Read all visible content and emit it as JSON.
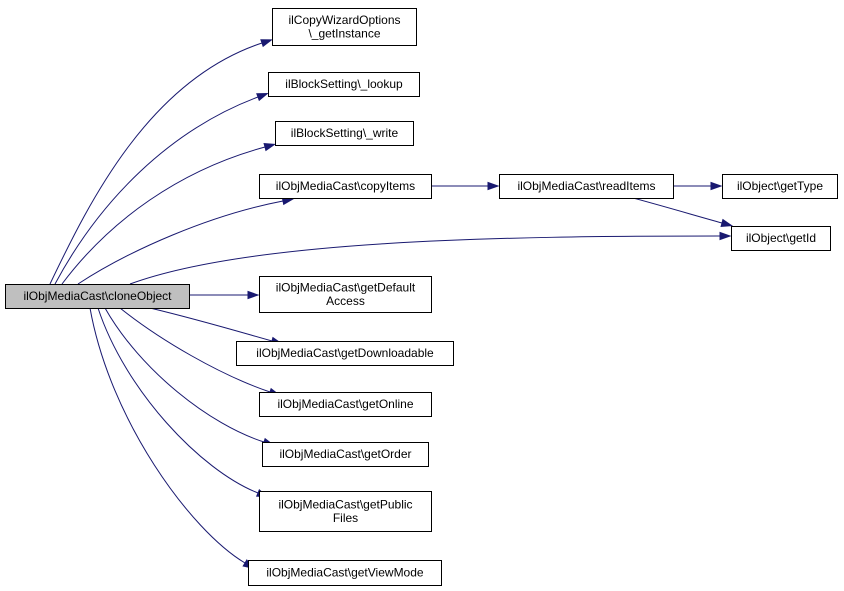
{
  "diagram": {
    "type": "call-graph",
    "colors": {
      "edge": "#191970",
      "root_fill": "#bfbfbf",
      "node_fill": "#ffffff",
      "border": "#000000"
    },
    "nodes": {
      "root": {
        "lines": [
          "ilObjMediaCast\\cloneObject"
        ]
      },
      "copy_wizard": {
        "lines": [
          "ilCopyWizardOptions",
          "\\_getInstance"
        ]
      },
      "block_lookup": {
        "lines": [
          "ilBlockSetting\\_lookup"
        ]
      },
      "block_write": {
        "lines": [
          "ilBlockSetting\\_write"
        ]
      },
      "copy_items": {
        "lines": [
          "ilObjMediaCast\\copyItems"
        ]
      },
      "read_items": {
        "lines": [
          "ilObjMediaCast\\readItems"
        ]
      },
      "get_type": {
        "lines": [
          "ilObject\\getType"
        ]
      },
      "get_id": {
        "lines": [
          "ilObject\\getId"
        ]
      },
      "get_default_access": {
        "lines": [
          "ilObjMediaCast\\getDefault",
          "Access"
        ]
      },
      "get_downloadable": {
        "lines": [
          "ilObjMediaCast\\getDownloadable"
        ]
      },
      "get_online": {
        "lines": [
          "ilObjMediaCast\\getOnline"
        ]
      },
      "get_order": {
        "lines": [
          "ilObjMediaCast\\getOrder"
        ]
      },
      "get_public_files": {
        "lines": [
          "ilObjMediaCast\\getPublic",
          "Files"
        ]
      },
      "get_view_mode": {
        "lines": [
          "ilObjMediaCast\\getViewMode"
        ]
      }
    },
    "edges": [
      {
        "from": "root",
        "to": "copy_wizard"
      },
      {
        "from": "root",
        "to": "block_lookup"
      },
      {
        "from": "root",
        "to": "block_write"
      },
      {
        "from": "root",
        "to": "copy_items"
      },
      {
        "from": "root",
        "to": "get_id"
      },
      {
        "from": "root",
        "to": "get_default_access"
      },
      {
        "from": "root",
        "to": "get_downloadable"
      },
      {
        "from": "root",
        "to": "get_online"
      },
      {
        "from": "root",
        "to": "get_order"
      },
      {
        "from": "root",
        "to": "get_public_files"
      },
      {
        "from": "root",
        "to": "get_view_mode"
      },
      {
        "from": "copy_items",
        "to": "read_items"
      },
      {
        "from": "read_items",
        "to": "get_type"
      },
      {
        "from": "read_items",
        "to": "get_id"
      }
    ]
  }
}
